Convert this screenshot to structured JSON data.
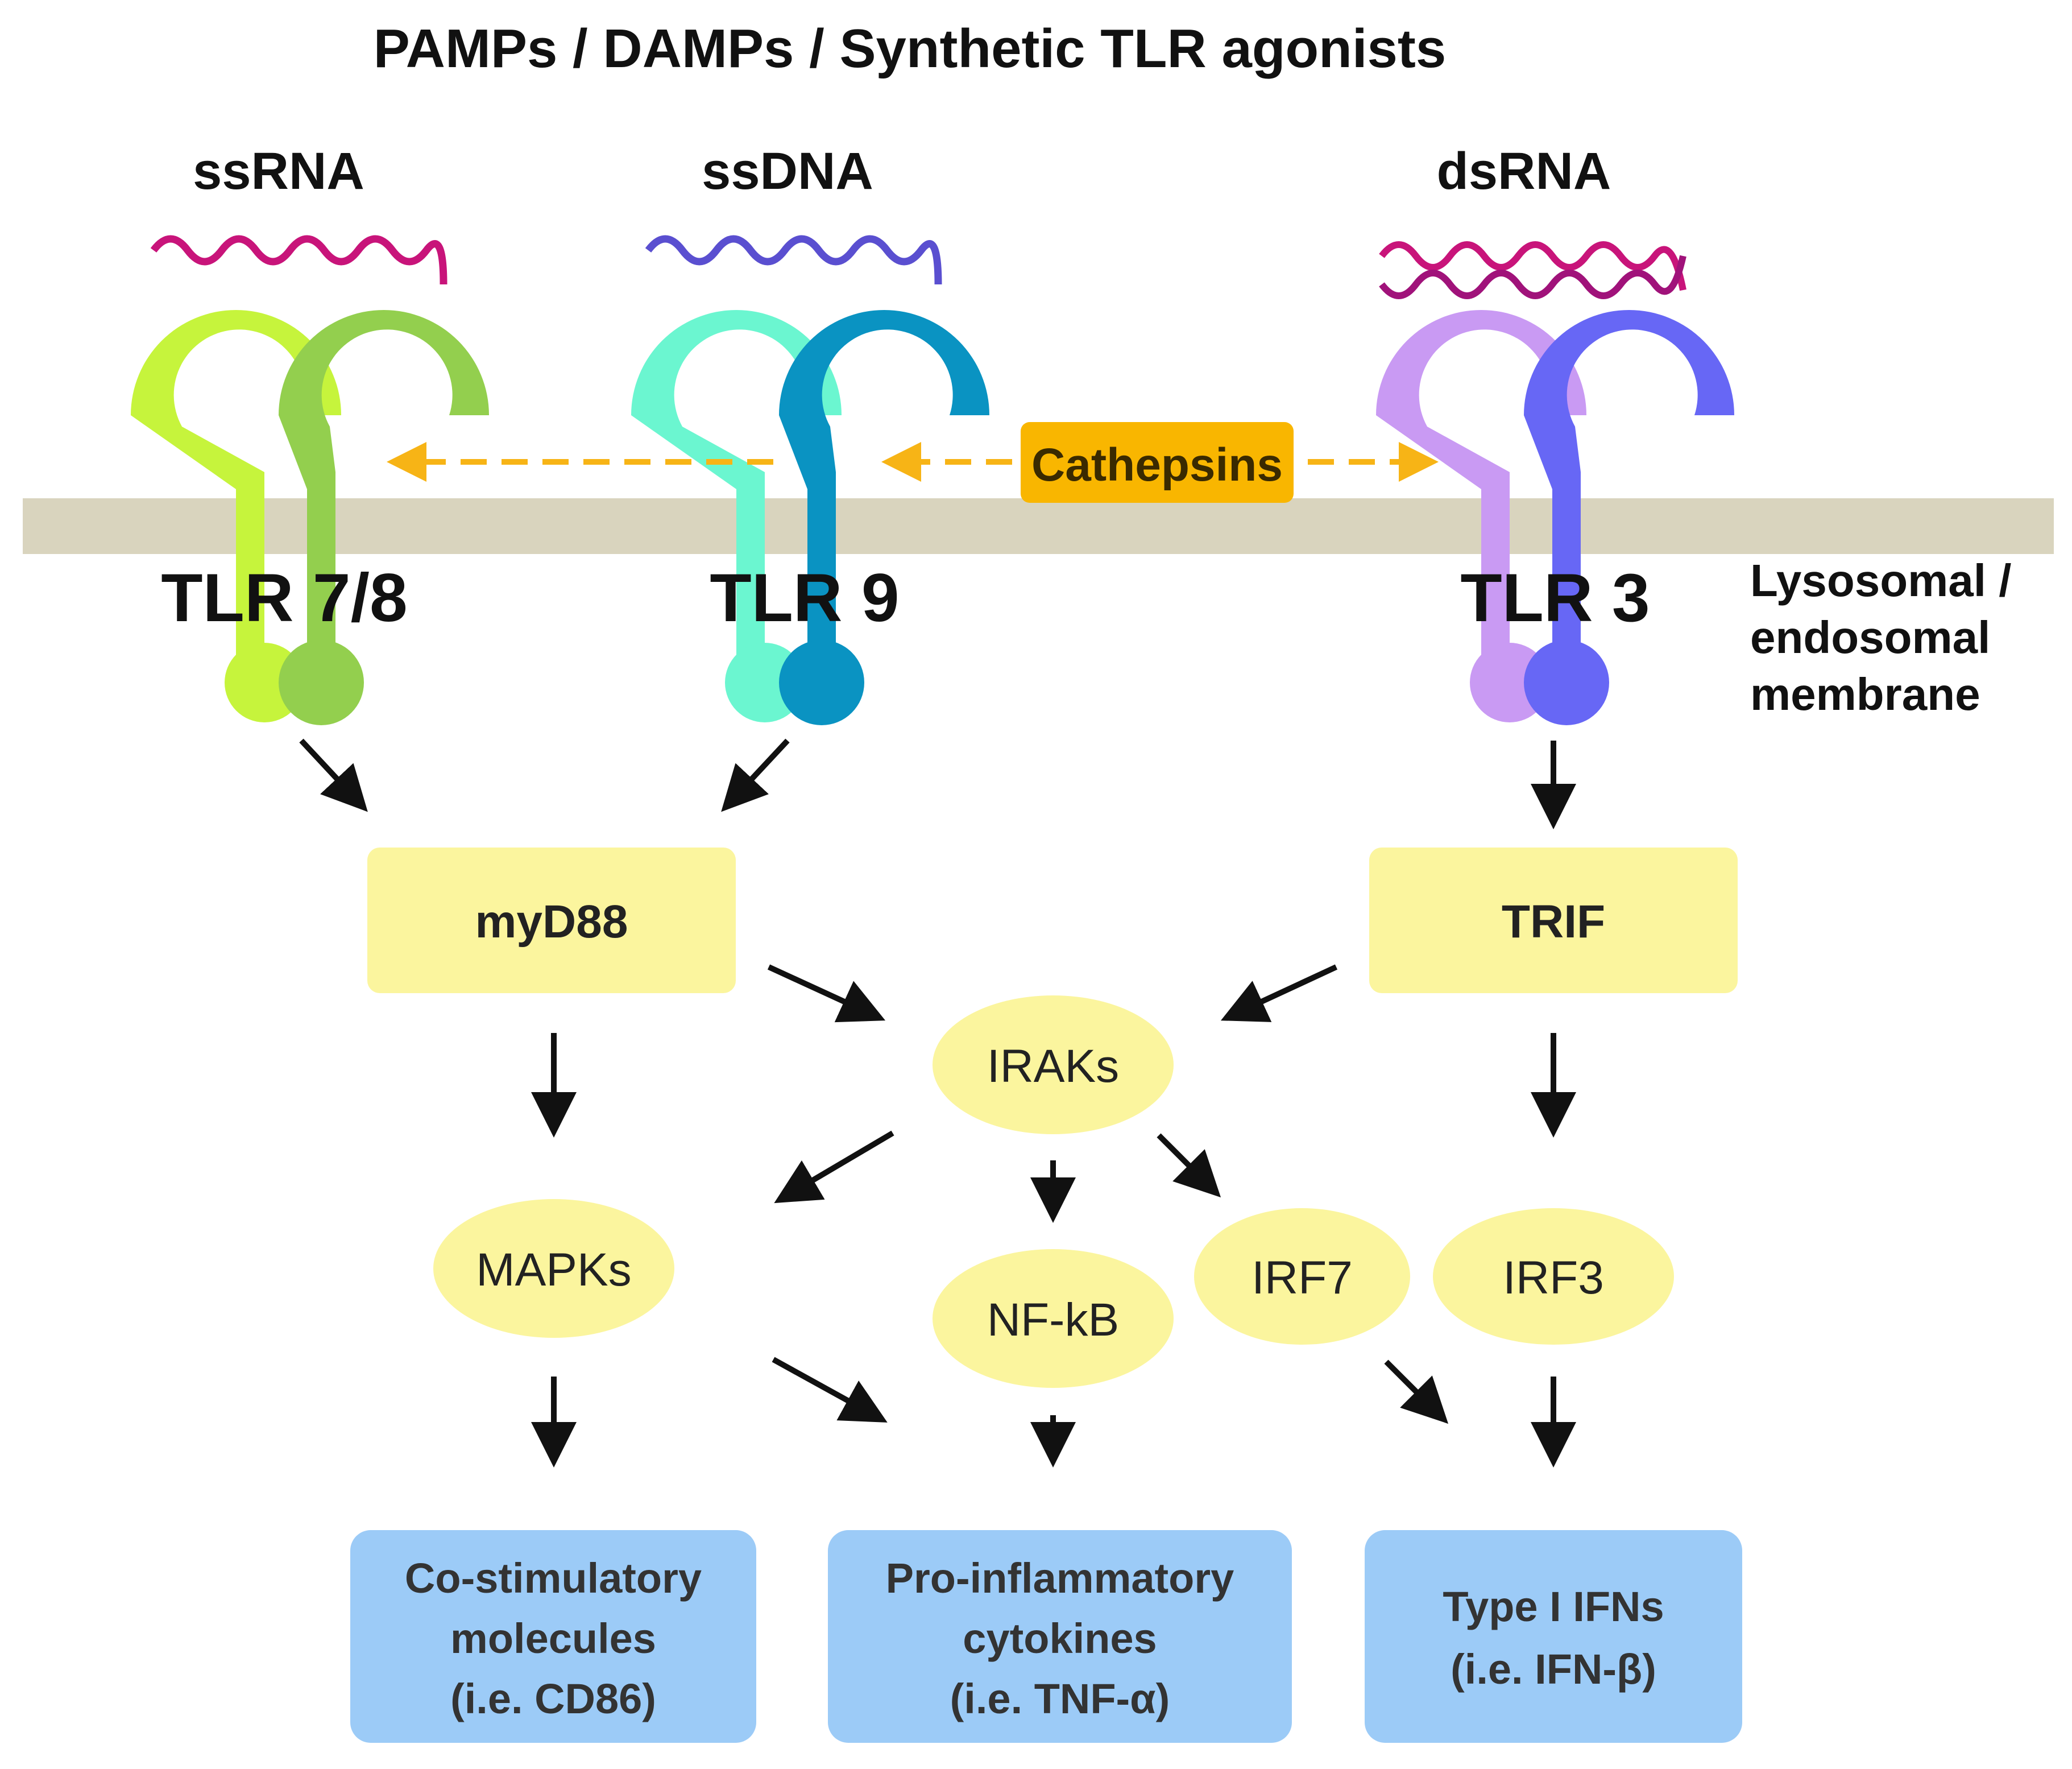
{
  "title": "PAMPs / DAMPs / Synthetic TLR agonists",
  "ligands": {
    "ssrna": "ssRNA",
    "ssdna": "ssDNA",
    "dsrna": "dsRNA"
  },
  "receptors": {
    "tlr78": "TLR 7/8",
    "tlr9": "TLR 9",
    "tlr3": "TLR 3"
  },
  "membrane_label": [
    "Lysosomal /",
    "endosomal",
    "membrane"
  ],
  "cathepsins": "Cathepsins",
  "adaptors": {
    "myd88": "myD88",
    "trif": "TRIF"
  },
  "kinases": {
    "iraks": "IRAKs",
    "mapks": "MAPKs",
    "nfkb": "NF-kB",
    "irf7": "IRF7",
    "irf3": "IRF3"
  },
  "outputs": {
    "costim": [
      "Co-stimulatory",
      "molecules",
      "(i.e. CD86)"
    ],
    "proinflam": [
      "Pro-inflammatory",
      "cytokines",
      "(i.e. TNF-α)"
    ],
    "ifn": [
      "Type I IFNs",
      "(i.e. IFN-β)"
    ]
  },
  "colors": {
    "membrane": "#d9d4be",
    "node_fill": "#fbf59e",
    "output_fill": "#9ccbf7",
    "cathepsin_fill": "#f9b600",
    "arrow": "#111111",
    "dashed_arrow": "#f7b416",
    "tlr7_light": "#c6f43c",
    "tlr8_dark": "#93cf4e",
    "tlr9_light": "#6bf6d0",
    "tlr9_dark": "#0a93c2",
    "tlr3_light": "#c99af3",
    "tlr3_dark": "#6767f5",
    "ssrna_wave": "#c8147a",
    "ssdna_wave": "#5a4fd0",
    "dsrna_wave": "#c8147a"
  }
}
